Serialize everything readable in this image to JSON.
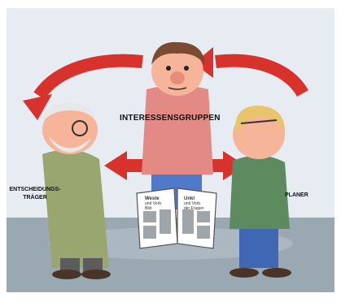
{
  "labels": {
    "center": "INTERESSENSGRUPPEN",
    "left_line1": "ENTSCHEIDUNGS-",
    "left_line2": "TRÄGER",
    "right": "PLANER"
  },
  "newspaper": {
    "left_page_lines": [
      "Weste",
      "und Vorb",
      "Bild"
    ],
    "right_page_lines": [
      "Unkl",
      "und Vorb",
      "der Fragen"
    ]
  },
  "colors": {
    "arrow": "#d8322c",
    "wall": "#e6ecf2",
    "floor": "#9aa8b2",
    "skin": "#f6b59b",
    "center_shirt": "#e38a84",
    "center_pants": "#4f79c9",
    "left_coat": "#9aa66f",
    "right_sweater": "#5d8a5e",
    "right_pants": "#3f67b3",
    "hair_left": "#e8e8e8",
    "hair_center": "#7a4a33",
    "hair_right": "#e8c56a"
  }
}
